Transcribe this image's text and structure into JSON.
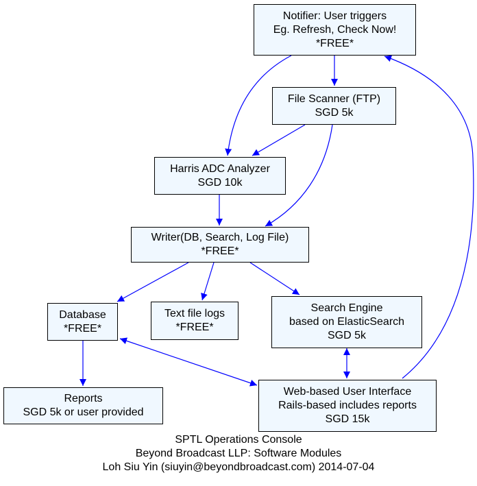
{
  "nodes": {
    "notifier": [
      "Notifier: User triggers",
      "Eg. Refresh, Check Now!",
      "*FREE*"
    ],
    "file_scanner": [
      "File Scanner (FTP)",
      "SGD 5k"
    ],
    "harris": [
      "Harris ADC Analyzer",
      "SGD 10k"
    ],
    "writer": [
      "Writer(DB, Search, Log File)",
      "*FREE*"
    ],
    "database": [
      "Database",
      "*FREE*"
    ],
    "text_logs": [
      "Text file logs",
      "*FREE*"
    ],
    "search_engine": [
      "Search Engine",
      "based on ElasticSearch",
      "SGD 5k"
    ],
    "reports": [
      "Reports",
      "SGD 5k or user provided"
    ],
    "web_ui": [
      "Web-based User Interface",
      "Rails-based includes reports",
      "SGD 15k"
    ]
  },
  "caption": [
    "SPTL Operations Console",
    "Beyond Broadcast LLP: Software Modules",
    "Loh Siu Yin (siuyin@beyondbroadcast.com) 2014-07-04"
  ],
  "colors": {
    "edge": "#0000ff",
    "node_fill": "#f0f8ff",
    "node_border": "#000000"
  }
}
